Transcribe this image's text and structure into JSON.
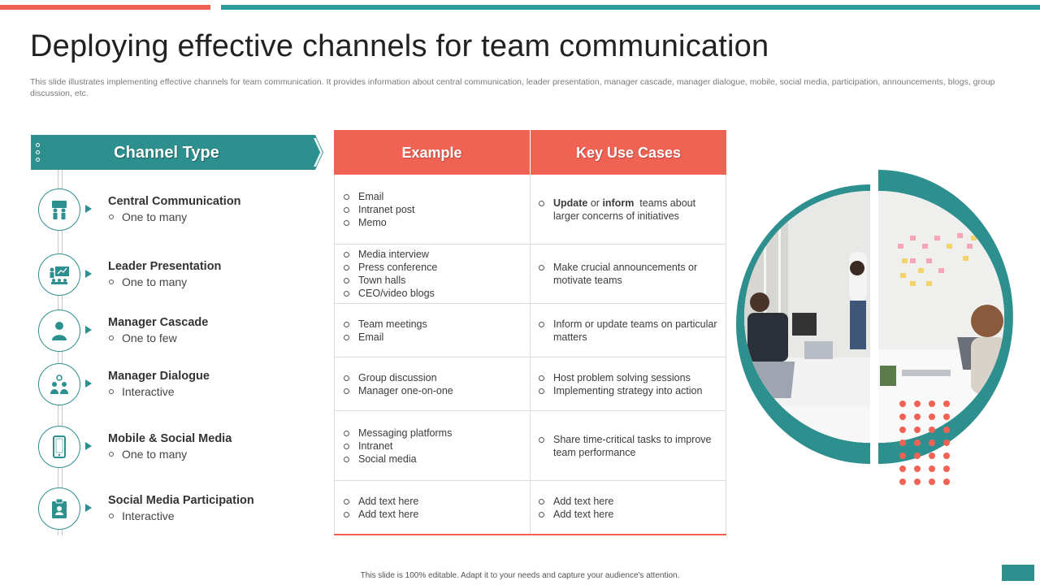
{
  "slide": {
    "title": "Deploying effective channels for team communication",
    "subtitle": "This slide illustrates implementing effective channels for team communication. It provides information about central communication, leader presentation, manager cascade, manager dialogue, mobile, social media, participation, announcements, blogs, group discussion, etc.",
    "footer": "This slide is 100% editable. Adapt it to your needs and capture your audience's attention.",
    "accent_color": "#ef6152",
    "teal_color": "#2e8f8f"
  },
  "channel_header": "Channel Type",
  "channels": [
    {
      "name": "Central Communication",
      "sub": "One to many",
      "icon": "people-board-icon"
    },
    {
      "name": "Leader Presentation",
      "sub": "One to many",
      "icon": "presentation-icon"
    },
    {
      "name": "Manager Cascade",
      "sub": "One to few",
      "icon": "person-icon"
    },
    {
      "name": "Manager Dialogue",
      "sub": "Interactive",
      "icon": "group-dialogue-icon"
    },
    {
      "name": "Mobile & Social Media",
      "sub": "One to many",
      "icon": "mobile-icon"
    },
    {
      "name": "Social Media Participation",
      "sub": "Interactive",
      "icon": "id-badge-icon"
    }
  ],
  "table": {
    "headers": [
      "Example",
      "Key Use Cases"
    ],
    "rows": [
      {
        "examples": [
          "Email",
          "Intranet post",
          "Memo"
        ],
        "use_cases": [
          "Update or inform  teams about larger concerns of initiatives"
        ]
      },
      {
        "examples": [
          "Media interview",
          "Press conference",
          "Town halls",
          "CEO/video  blogs"
        ],
        "use_cases": [
          "Make crucial announcements or motivate teams"
        ]
      },
      {
        "examples": [
          "Team  meetings",
          "Email"
        ],
        "use_cases": [
          "Inform or update teams on particular matters"
        ]
      },
      {
        "examples": [
          "Group discussion",
          "Manager one-on-one"
        ],
        "use_cases": [
          "Host problem solving sessions",
          "Implementing strategy into action"
        ]
      },
      {
        "examples": [
          "Messaging platforms",
          "Intranet",
          "Social media"
        ],
        "use_cases": [
          "Share time-critical tasks to improve  team performance"
        ]
      },
      {
        "examples": [
          "Add text here",
          "Add text here"
        ],
        "use_cases": [
          "Add text here",
          "Add text here"
        ]
      }
    ]
  },
  "photo": {
    "icon": "office-meeting-photo"
  }
}
